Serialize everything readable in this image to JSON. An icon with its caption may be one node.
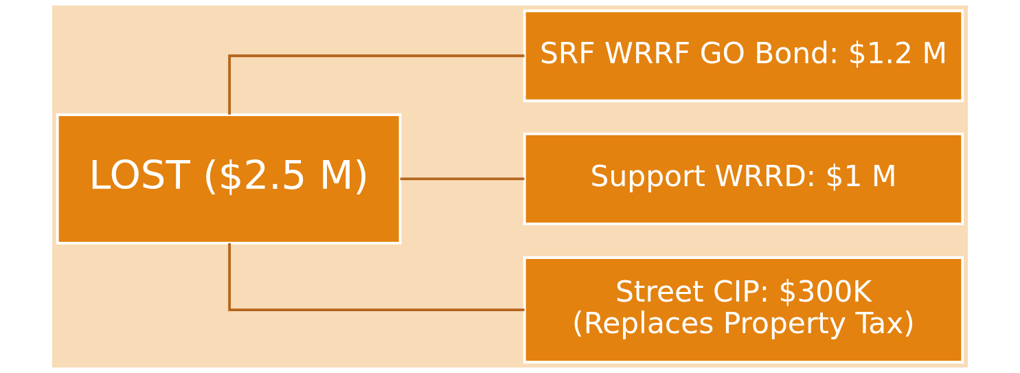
{
  "diagram": {
    "nodes": [
      {
        "text": [
          "LOST ($2.5 M)"
        ]
      },
      {
        "text": [
          "SRF WRRF GO Bond: $1.2 M"
        ]
      },
      {
        "text": [
          "Support WRRD: $1 M"
        ]
      },
      {
        "text": [
          "Street CIP: $300K",
          "(Replaces Property Tax)"
        ]
      }
    ],
    "edges": [
      {
        "from": 0,
        "to": 1,
        "arrow": "none"
      },
      {
        "from": 0,
        "to": 2,
        "arrow": "none"
      },
      {
        "from": 0,
        "to": 3,
        "arrow": "none"
      }
    ]
  }
}
